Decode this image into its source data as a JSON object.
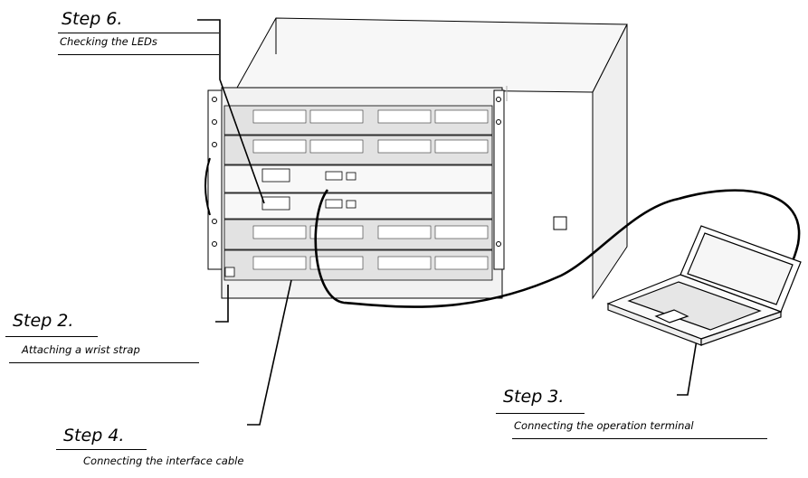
{
  "steps": {
    "step6": {
      "title": "Step 6.",
      "desc": "Checking the LEDs"
    },
    "step2": {
      "title": "Step 2.",
      "desc": "Attaching a wrist strap"
    },
    "step3": {
      "title": "Step 3.",
      "desc": "Connecting the operation terminal"
    },
    "step4": {
      "title": "Step 4.",
      "desc": "Connecting the interface cable"
    }
  },
  "colors": {
    "line": "#000000",
    "chassis": "#f2f2f2",
    "panel": "#dcdcdc"
  }
}
